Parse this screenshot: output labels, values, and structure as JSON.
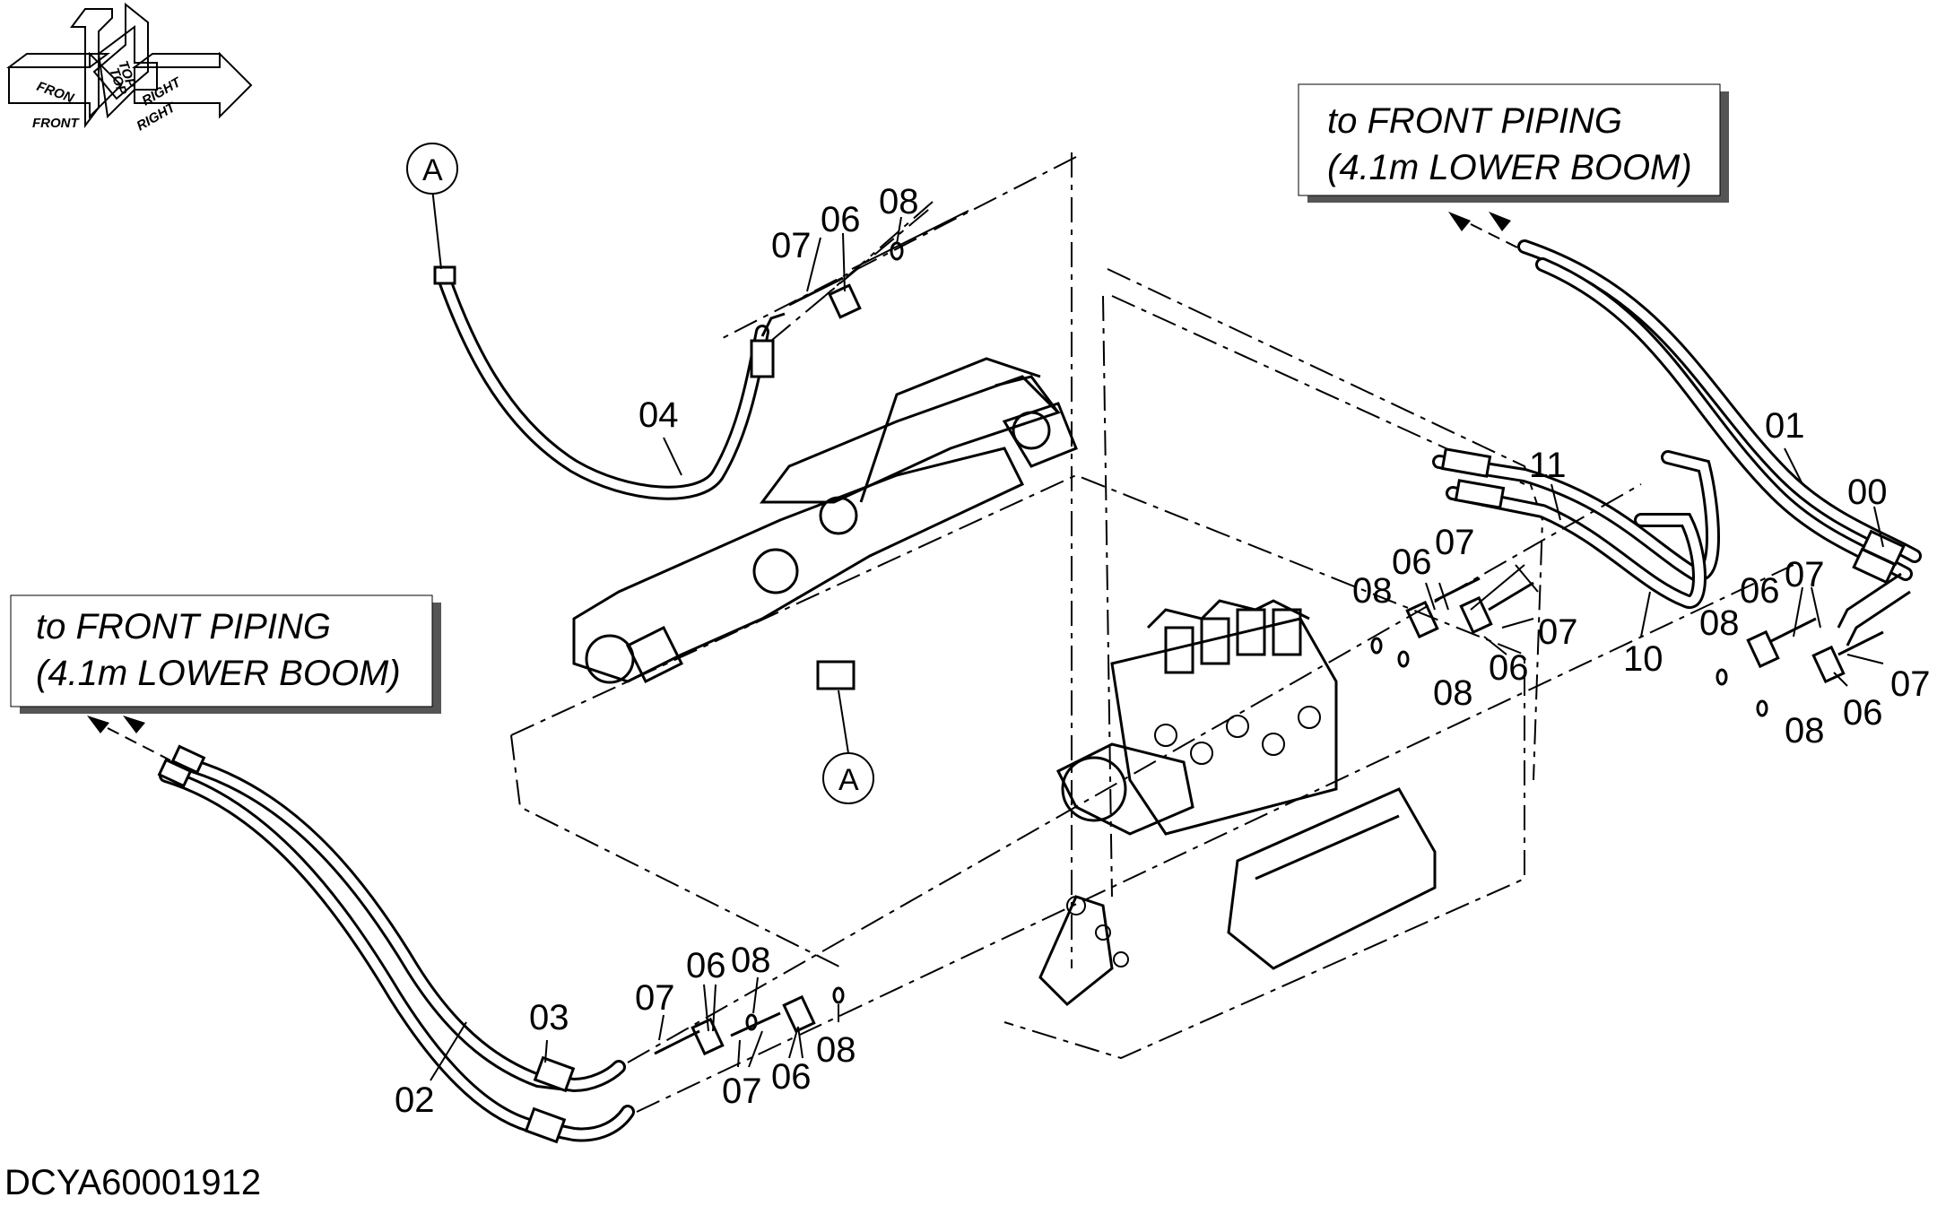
{
  "orientation": {
    "front": "FRONT",
    "front_top": "FRON",
    "top": "TOP",
    "top2": "TOP",
    "right": "RIGHT",
    "right2": "RIGHT"
  },
  "notes": {
    "right_line1": "to FRONT PIPING",
    "right_line2": "(4.1m LOWER BOOM)",
    "left_line1": "to FRONT PIPING",
    "left_line2": "(4.1m LOWER BOOM)"
  },
  "callouts": {
    "a_top": "A",
    "a_mid": "A"
  },
  "parts": {
    "p00": "00",
    "p01": "01",
    "p02": "02",
    "p03": "03",
    "p04": "04",
    "p10": "10",
    "p11": "11",
    "top_06": "06",
    "top_07": "07",
    "top_08": "08",
    "mid_08a": "08",
    "mid_06a": "06",
    "mid_07a": "07",
    "mid_07b": "07",
    "mid_06b": "06",
    "mid_08b": "08",
    "r_08a": "08",
    "r_06a": "06",
    "r_07a": "07",
    "r_07b": "07",
    "r_06b": "06",
    "r_08b": "08",
    "b_07a": "07",
    "b_06a": "06",
    "b_08a": "08",
    "b_08b": "08",
    "b_07b": "07",
    "b_06b": "06"
  },
  "drawing_code": "DCYA60001912"
}
